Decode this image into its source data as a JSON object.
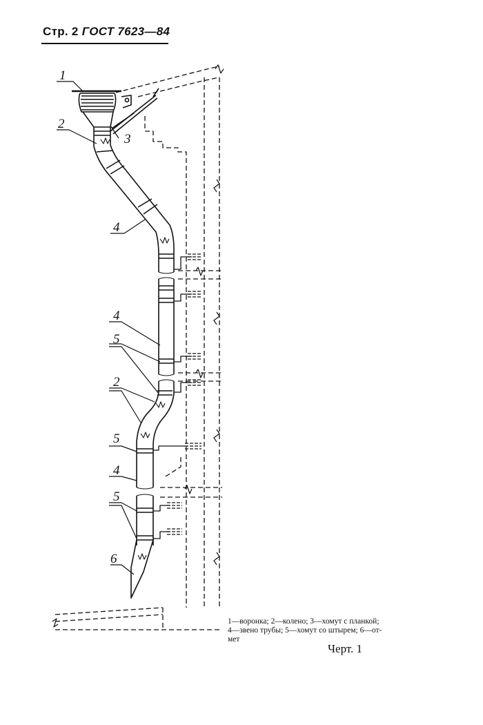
{
  "header": {
    "page_label": "Стр. 2",
    "standard": "ГОСТ 7623—84"
  },
  "figure": {
    "callouts": [
      "1",
      "2",
      "3",
      "4",
      "4",
      "5",
      "2",
      "5",
      "4",
      "5",
      "6"
    ],
    "legend": {
      "line1": "1—воронка; 2—колено; 3—хомут с планкой;",
      "line2": "4—звено трубы; 5—хомут со штырем; 6—от-",
      "line3": "мет"
    },
    "caption": "Черт. 1"
  }
}
